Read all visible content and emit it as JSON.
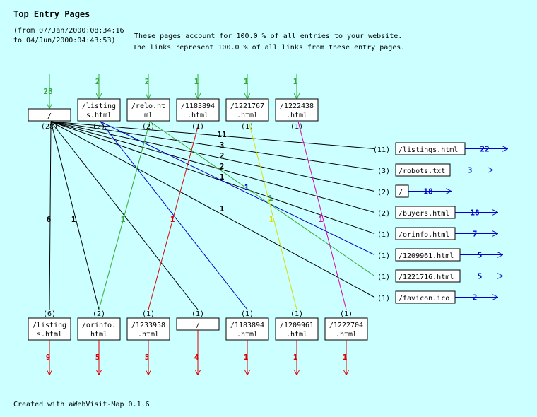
{
  "header": {
    "title": "Top Entry Pages",
    "range_line1": "(from 07/Jan/2000:08:34:16",
    "range_line2": "to 04/Jun/2000:04:43:53)",
    "summary_line1": "These pages account for 100.0 % of all entries to your website.",
    "summary_line2": "The links represent 100.0 % of all links from these entry pages."
  },
  "footer": {
    "credit": "Created with aWebVisit-Map 0.1.6"
  },
  "colors": {
    "black": "#000000",
    "green": "#33aa33",
    "blue": "#0000cc",
    "red": "#dd0000",
    "yellow": "#dddd00",
    "magenta": "#dd00aa"
  },
  "entry_pages": [
    {
      "line1": "/",
      "line2": "",
      "in_count": "28",
      "out_count": "(28)",
      "color": "green"
    },
    {
      "line1": "/listing",
      "line2": "s.html",
      "in_count": "2",
      "out_count": "(2)",
      "color": "green"
    },
    {
      "line1": "/relo.ht",
      "line2": "ml",
      "in_count": "2",
      "out_count": "(2)",
      "color": "green"
    },
    {
      "line1": "/1183894",
      "line2": ".html",
      "in_count": "1",
      "out_count": "(1)",
      "color": "green"
    },
    {
      "line1": "/1221767",
      "line2": ".html",
      "in_count": "1",
      "out_count": "(1)",
      "color": "green"
    },
    {
      "line1": "/1222438",
      "line2": ".html",
      "in_count": "1",
      "out_count": "(1)",
      "color": "green"
    }
  ],
  "right_pages": [
    {
      "label": "/listings.html",
      "in_count": "(11)",
      "out_count": "22"
    },
    {
      "label": "/robots.txt",
      "in_count": "(3)",
      "out_count": "3"
    },
    {
      "label": "/",
      "in_count": "(2)",
      "out_count": "18"
    },
    {
      "label": "/buyers.html",
      "in_count": "(2)",
      "out_count": "18"
    },
    {
      "label": "/orinfo.html",
      "in_count": "(1)",
      "out_count": "7"
    },
    {
      "label": "/1209961.html",
      "in_count": "(1)",
      "out_count": "5"
    },
    {
      "label": "/1221716.html",
      "in_count": "(1)",
      "out_count": "5"
    },
    {
      "label": "/favicon.ico",
      "in_count": "(1)",
      "out_count": "2"
    }
  ],
  "bottom_pages": [
    {
      "line1": "/listing",
      "line2": "s.html",
      "in_count": "(6)",
      "out_count": "9"
    },
    {
      "line1": "/orinfo.",
      "line2": "html",
      "in_count": "(2)",
      "out_count": "5"
    },
    {
      "line1": "/1233958",
      "line2": ".html",
      "in_count": "(1)",
      "out_count": "5"
    },
    {
      "line1": "/",
      "line2": "",
      "in_count": "(1)",
      "out_count": "4"
    },
    {
      "line1": "/1183894",
      "line2": ".html",
      "in_count": "(1)",
      "out_count": "1"
    },
    {
      "line1": "/1209961",
      "line2": ".html",
      "in_count": "(1)",
      "out_count": "1"
    },
    {
      "line1": "/1222704",
      "line2": ".html",
      "in_count": "(1)",
      "out_count": "1"
    }
  ],
  "links": [
    {
      "from": "top:0",
      "to": "right:0",
      "label": "11",
      "color": "black"
    },
    {
      "from": "top:0",
      "to": "right:1",
      "label": "3",
      "color": "black"
    },
    {
      "from": "top:0",
      "to": "right:2",
      "label": "2",
      "color": "black"
    },
    {
      "from": "top:0",
      "to": "right:3",
      "label": "2",
      "color": "black"
    },
    {
      "from": "top:0",
      "to": "right:4",
      "label": "1",
      "color": "black"
    },
    {
      "from": "top:0",
      "to": "right:7",
      "label": "1",
      "color": "black"
    },
    {
      "from": "top:0",
      "to": "bottom:0",
      "label": "6",
      "color": "black"
    },
    {
      "from": "top:0",
      "to": "bottom:1",
      "label": "1",
      "color": "black"
    },
    {
      "from": "top:0",
      "to": "bottom:3",
      "label": "1",
      "color": "black"
    },
    {
      "from": "top:1",
      "to": "right:5",
      "label": "1",
      "color": "blue"
    },
    {
      "from": "top:1",
      "to": "bottom:4",
      "label": "1",
      "color": "blue"
    },
    {
      "from": "top:2",
      "to": "right:6",
      "label": "1",
      "color": "green"
    },
    {
      "from": "top:2",
      "to": "bottom:1",
      "label": "1",
      "color": "green"
    },
    {
      "from": "top:3",
      "to": "bottom:2",
      "label": "1",
      "color": "red"
    },
    {
      "from": "top:4",
      "to": "bottom:5",
      "label": "1",
      "color": "yellow"
    },
    {
      "from": "top:5",
      "to": "bottom:6",
      "label": "1",
      "color": "magenta"
    }
  ]
}
